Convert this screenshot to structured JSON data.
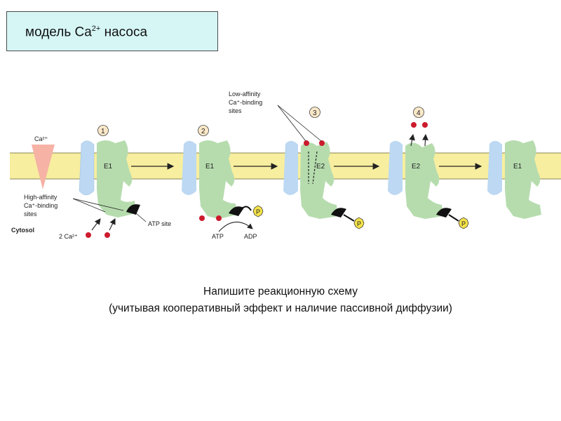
{
  "title": {
    "prefix": "модель Ca",
    "superscript": "2+",
    "suffix": " насоса"
  },
  "diagram": {
    "ca_gradient_label": "Ca²⁺",
    "high_affinity_label": [
      "High-affinity",
      "Ca⁺-binding",
      "sites"
    ],
    "low_affinity_label": [
      "Low-affinity",
      "Ca⁺-binding",
      "sites"
    ],
    "cytosol_label": "Cytosol",
    "two_ca_label": "2 Ca²⁺",
    "atp_site_label": "ATP site",
    "atp_label": "ATP",
    "adp_label": "ADP",
    "phosphate_label": "P",
    "steps": [
      {
        "number": "1",
        "state": "E1"
      },
      {
        "number": "2",
        "state": "E1"
      },
      {
        "number": "3",
        "state": "E2"
      },
      {
        "number": "4",
        "state": "E2"
      },
      {
        "number": "",
        "state": "E1"
      }
    ]
  },
  "instructions": {
    "line1": "Напишите реакционную схему",
    "line2": "(учитывая кооперативный эффект и наличие пассивной диффузии)"
  }
}
